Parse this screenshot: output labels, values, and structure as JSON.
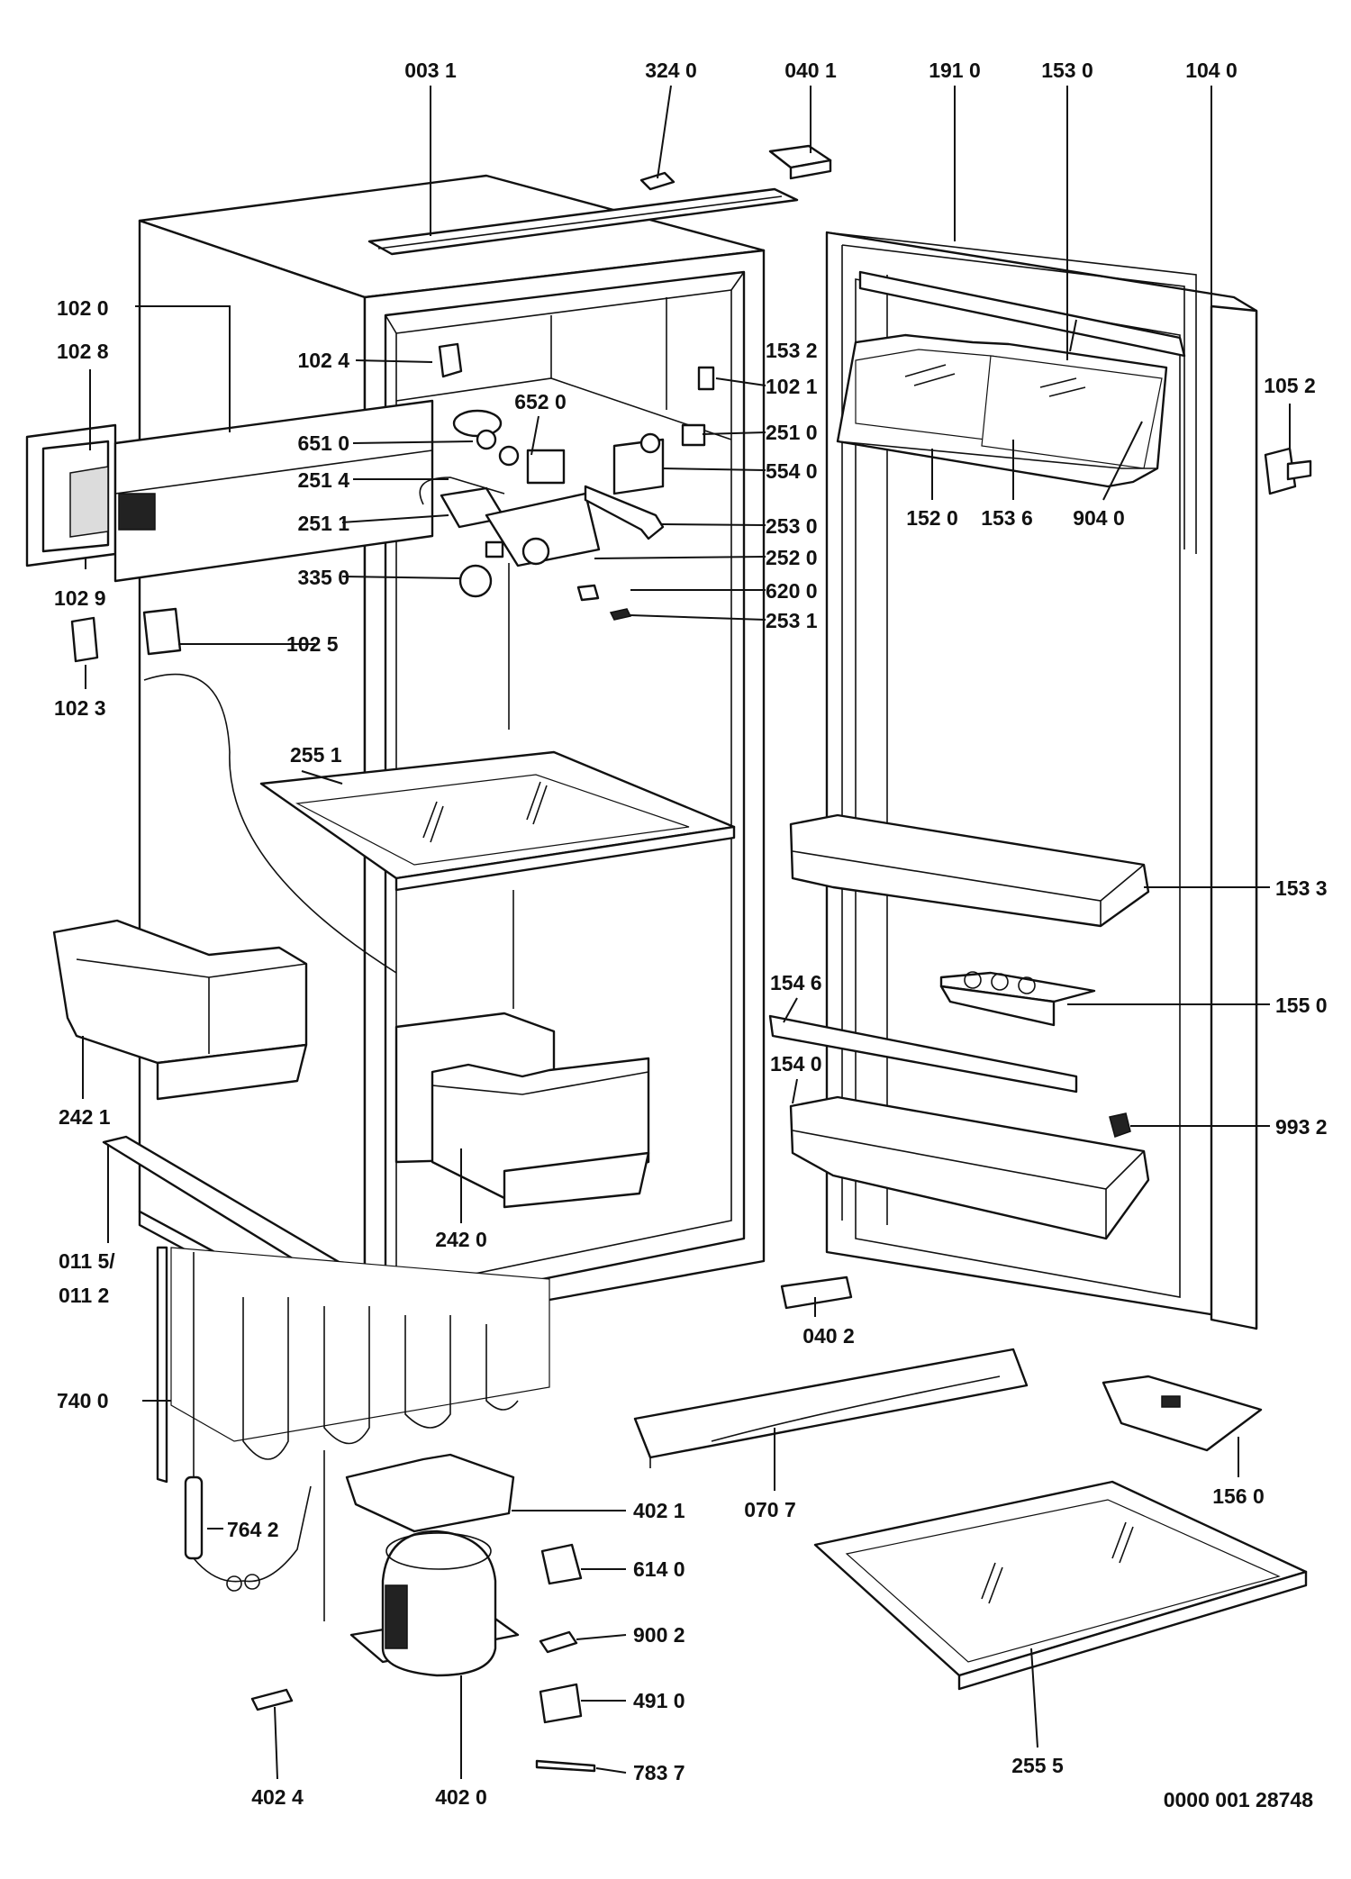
{
  "diagram": {
    "figure_id": "0000 001 28748",
    "parts": [
      {
        "id": "p0031",
        "label": "003 1"
      },
      {
        "id": "p3240",
        "label": "324 0"
      },
      {
        "id": "p0401",
        "label": "040 1"
      },
      {
        "id": "p1910",
        "label": "191 0"
      },
      {
        "id": "p1530",
        "label": "153 0"
      },
      {
        "id": "p1040",
        "label": "104 0"
      },
      {
        "id": "p1020",
        "label": "102 0"
      },
      {
        "id": "p1028",
        "label": "102 8"
      },
      {
        "id": "p1024",
        "label": "102 4"
      },
      {
        "id": "p1532",
        "label": "153 2"
      },
      {
        "id": "p6520",
        "label": "652 0"
      },
      {
        "id": "p1021",
        "label": "102 1"
      },
      {
        "id": "p1052",
        "label": "105 2"
      },
      {
        "id": "p6510",
        "label": "651 0"
      },
      {
        "id": "p2510",
        "label": "251 0"
      },
      {
        "id": "p2514",
        "label": "251 4"
      },
      {
        "id": "p5540",
        "label": "554 0"
      },
      {
        "id": "p1520",
        "label": "152 0"
      },
      {
        "id": "p1536",
        "label": "153 6"
      },
      {
        "id": "p9040",
        "label": "904 0"
      },
      {
        "id": "p2511",
        "label": "251 1"
      },
      {
        "id": "p2530",
        "label": "253 0"
      },
      {
        "id": "p2520",
        "label": "252 0"
      },
      {
        "id": "p3350",
        "label": "335 0"
      },
      {
        "id": "p6200",
        "label": "620 0"
      },
      {
        "id": "p1029",
        "label": "102 9"
      },
      {
        "id": "p2531",
        "label": "253 1"
      },
      {
        "id": "p1025",
        "label": "102 5"
      },
      {
        "id": "p1023",
        "label": "102 3"
      },
      {
        "id": "p2551",
        "label": "255 1"
      },
      {
        "id": "p1533",
        "label": "153 3"
      },
      {
        "id": "p1546",
        "label": "154 6"
      },
      {
        "id": "p1550",
        "label": "155 0"
      },
      {
        "id": "p1540",
        "label": "154 0"
      },
      {
        "id": "p2421",
        "label": "242 1"
      },
      {
        "id": "p9932",
        "label": "993 2"
      },
      {
        "id": "p2420",
        "label": "242 0"
      },
      {
        "id": "p0115",
        "label": "011 5/"
      },
      {
        "id": "p0112",
        "label": "011 2"
      },
      {
        "id": "p0402",
        "label": "040 2"
      },
      {
        "id": "p7400",
        "label": "740 0"
      },
      {
        "id": "p0707",
        "label": "070 7"
      },
      {
        "id": "p1560",
        "label": "156 0"
      },
      {
        "id": "p4021",
        "label": "402 1"
      },
      {
        "id": "p7642",
        "label": "764 2"
      },
      {
        "id": "p6140",
        "label": "614 0"
      },
      {
        "id": "p9002",
        "label": "900 2"
      },
      {
        "id": "p4910",
        "label": "491 0"
      },
      {
        "id": "p2555",
        "label": "255 5"
      },
      {
        "id": "p7837",
        "label": "783 7"
      },
      {
        "id": "p4024",
        "label": "402 4"
      },
      {
        "id": "p4020",
        "label": "402 0"
      }
    ]
  }
}
